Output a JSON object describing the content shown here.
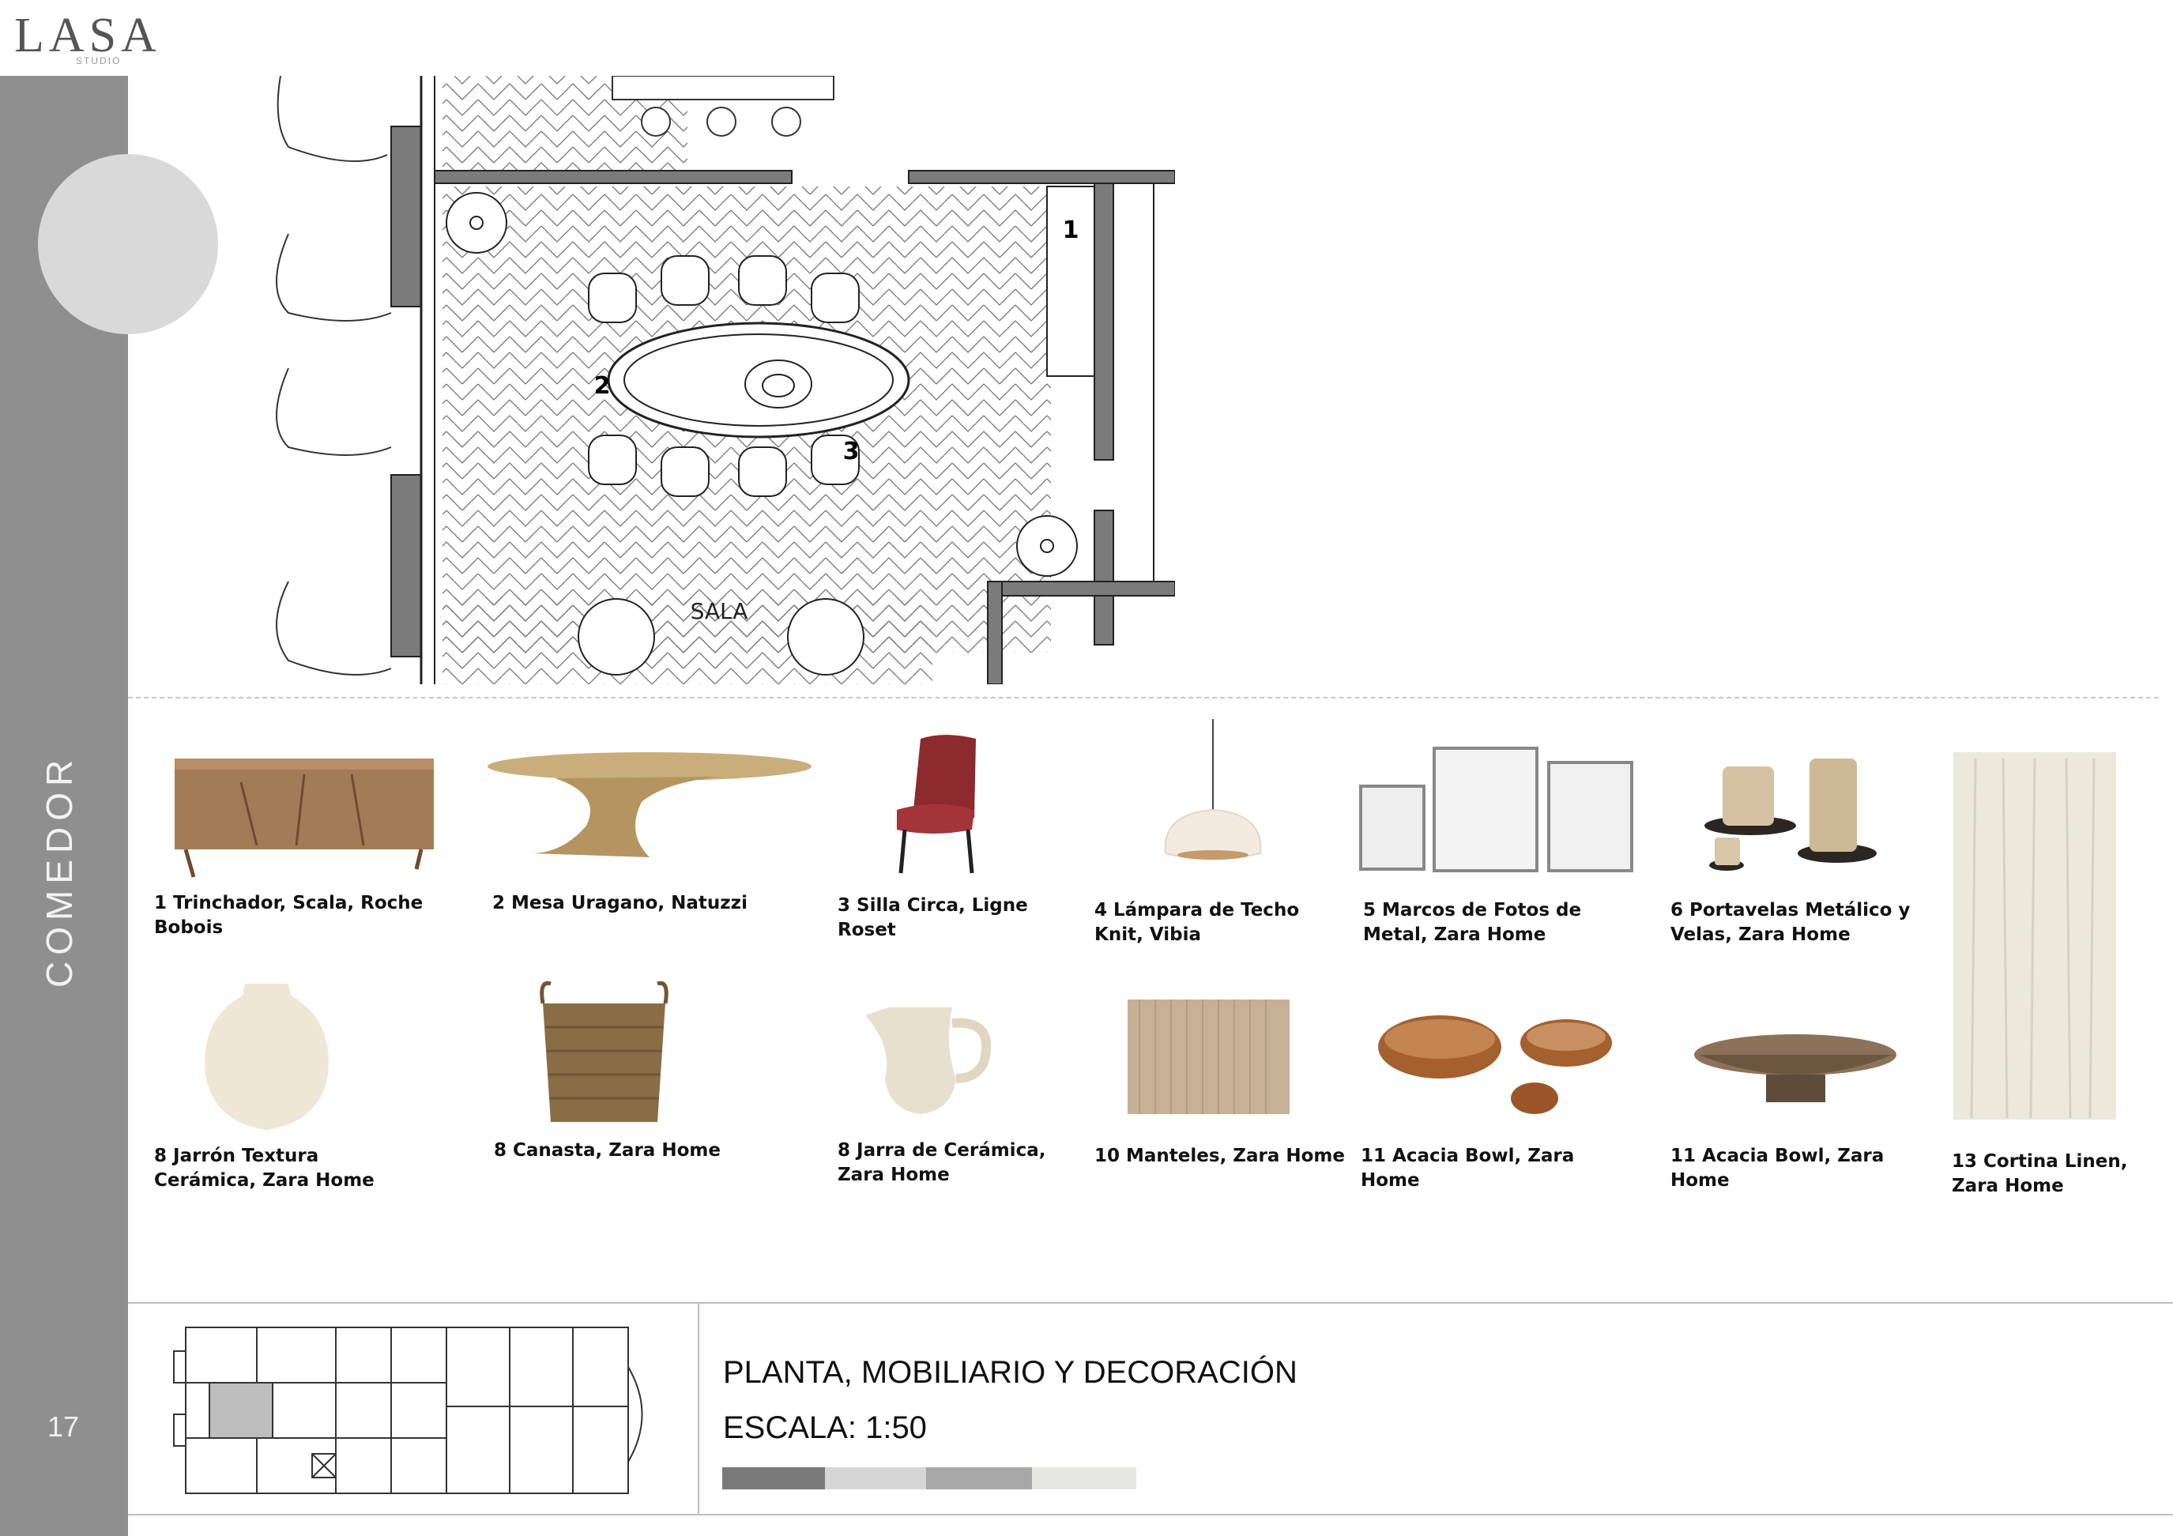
{
  "brand": {
    "logo": "LASA",
    "logo_sub": "STUDIO"
  },
  "sidebar": {
    "section": "COMEDOR",
    "page_number": "17"
  },
  "plan": {
    "labels": [
      "1",
      "2",
      "3"
    ],
    "room_label": "SALA"
  },
  "items": [
    {
      "caption": "1 Trinchador, Scala, Roche Bobois"
    },
    {
      "caption": "2 Mesa Uragano, Natuzzi"
    },
    {
      "caption": "3 Silla Circa, Ligne Roset"
    },
    {
      "caption": "4 Lámpara de Techo Knit, Vibia"
    },
    {
      "caption": "5 Marcos de Fotos de Metal, Zara Home"
    },
    {
      "caption": "6 Portavelas Metálico y Velas, Zara Home"
    },
    {
      "caption": "13 Cortina Linen, Zara Home"
    },
    {
      "caption": "8  Jarrón Textura Cerámica, Zara Home"
    },
    {
      "caption": "8 Canasta, Zara Home"
    },
    {
      "caption": "8 Jarra de Cerámica, Zara Home"
    },
    {
      "caption": "10 Manteles, Zara Home"
    },
    {
      "caption": "11 Acacia Bowl, Zara Home"
    },
    {
      "caption": "11 Acacia Bowl, Zara Home"
    }
  ],
  "footer": {
    "title": "PLANTA, MOBILIARIO Y DECORACIÓN",
    "scale": "ESCALA: 1:50",
    "swatches": [
      "#7a7a7a",
      "#d6d6d6",
      "#a8a8a8",
      "#e6e6e2"
    ]
  }
}
